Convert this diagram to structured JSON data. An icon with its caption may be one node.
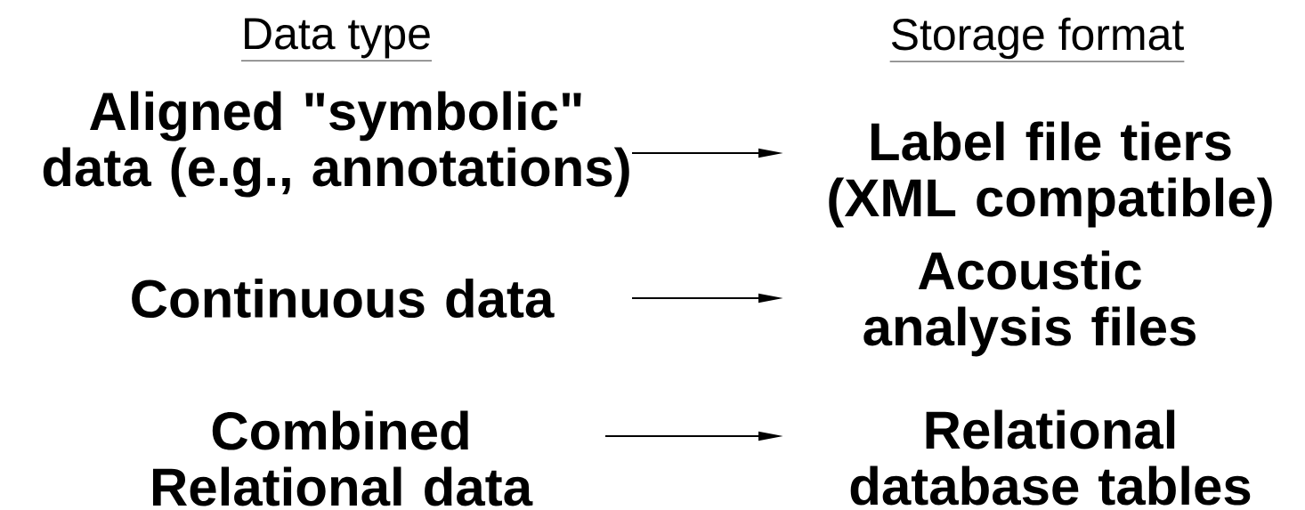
{
  "diagram": {
    "nodes": [
      {
        "text": [
          "Aligned \"symbolic\" data (e.g., annotations)"
        ]
      },
      {
        "text": [
          "Continuous data"
        ]
      },
      {
        "text": [
          "Combined Relational data"
        ]
      },
      {
        "text": [
          "Label file tiers (XML compatible)"
        ]
      },
      {
        "text": [
          "Acoustic analysis files"
        ]
      },
      {
        "text": [
          "Relational database tables"
        ]
      }
    ],
    "edges": [
      {
        "from": 0,
        "to": 3,
        "arrow": "to"
      },
      {
        "from": 1,
        "to": 4,
        "arrow": "to"
      },
      {
        "from": 2,
        "to": 5,
        "arrow": "to"
      }
    ],
    "labels": [
      "Data type",
      "Storage format"
    ]
  }
}
